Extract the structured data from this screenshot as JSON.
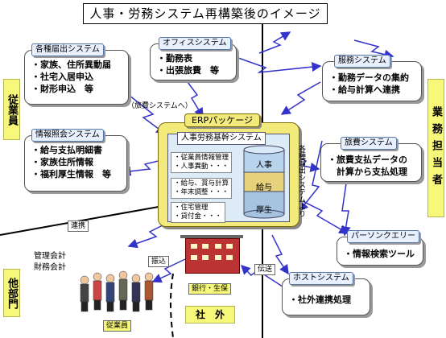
{
  "title": "人事・労務システム再構築後のイメージ",
  "side_labels": {
    "left_top": "従業員",
    "left_bottom": "他部門",
    "right": "業務担当者"
  },
  "systems": {
    "todokede": {
      "label": "各種届出システム",
      "items": [
        "・家族、住所異動届",
        "・社宅入居申込",
        "・財形申込　等"
      ]
    },
    "office": {
      "label": "オフィスシステム",
      "items": [
        "・勤務表",
        "・出張旅費　等"
      ]
    },
    "fukumu": {
      "label": "服務システム",
      "items": [
        "・勤務データの集約",
        "・給与計算へ連携"
      ]
    },
    "shokai": {
      "label": "情報照会システム",
      "items": [
        "・給与支払明細書",
        "・家族住所情報",
        "・福利厚生情報　等"
      ]
    },
    "ryohi": {
      "label": "旅費システム",
      "items": [
        "・旅費支払データの",
        "　計算から支払処理"
      ]
    },
    "personal": {
      "label": "パーソンクエリー",
      "items": [
        "・情報検索ツール"
      ]
    },
    "host": {
      "label": "ホストシステム",
      "items": [
        "・社外連携処理"
      ]
    }
  },
  "erp": {
    "label": "ERPパッケージ",
    "core_label": "人事労務基幹システム",
    "modules": [
      [
        "・従業員情報管理",
        "・人事異動・・・"
      ],
      [
        "・給与、賞与計算",
        "・年末調整・・・"
      ],
      [
        "・住宅管理",
        "・貸付金・・・"
      ]
    ],
    "db_layers": [
      "人事",
      "給与",
      "厚生"
    ]
  },
  "notes": {
    "ryohi_to": "（旅費システムへ）",
    "kakushu": "各種届出システムより"
  },
  "flows": {
    "renkei": "連携",
    "furikomi": "振込",
    "densou": "伝送"
  },
  "other_dept": [
    "管理会計",
    "財務会計"
  ],
  "bank_label": "銀行・生保",
  "shagai": "社　外",
  "employee_label": "従業員",
  "colors": {
    "arrow": "#3333cc",
    "label_yellow": "#f7f77a",
    "erp": "#f2ea7a",
    "bank": "#b33333"
  }
}
